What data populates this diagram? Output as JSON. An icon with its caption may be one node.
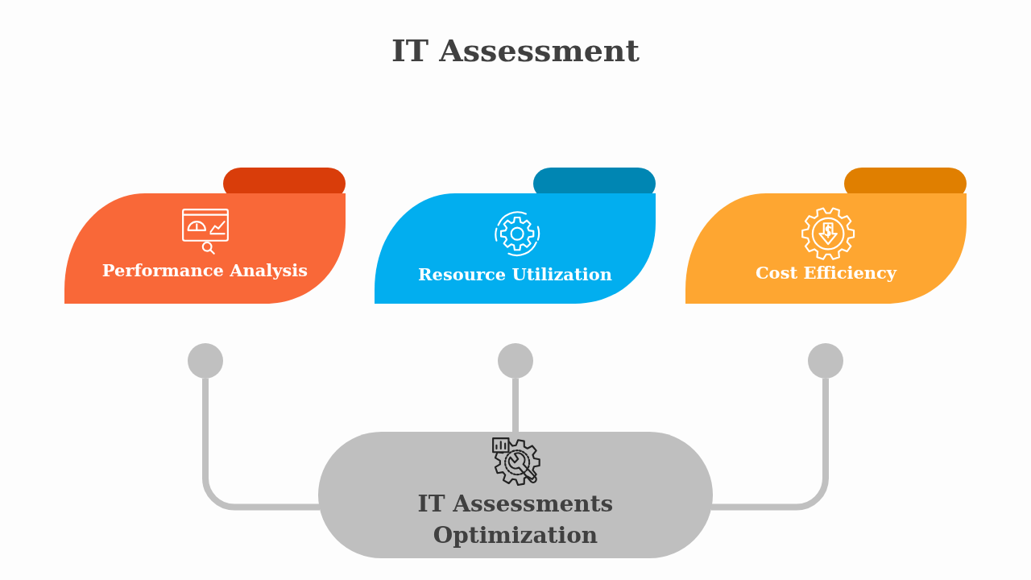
{
  "diagram": {
    "title": "IT Assessment",
    "nodes": [
      {
        "text": [
          "Performance Analysis"
        ]
      },
      {
        "text": [
          "Resource Utilization"
        ]
      },
      {
        "text": [
          "Cost Efficiency"
        ]
      },
      {
        "text": [],
        "shape": "circle"
      },
      {
        "text": [],
        "shape": "circle"
      },
      {
        "text": [],
        "shape": "circle"
      },
      {
        "text": [
          "IT Assessments Optimization"
        ]
      }
    ],
    "edges": [
      {
        "from": 3,
        "to": 6,
        "arrow": "none"
      },
      {
        "from": 4,
        "to": 6,
        "arrow": "none"
      },
      {
        "from": 5,
        "to": 6,
        "arrow": "none"
      }
    ]
  }
}
